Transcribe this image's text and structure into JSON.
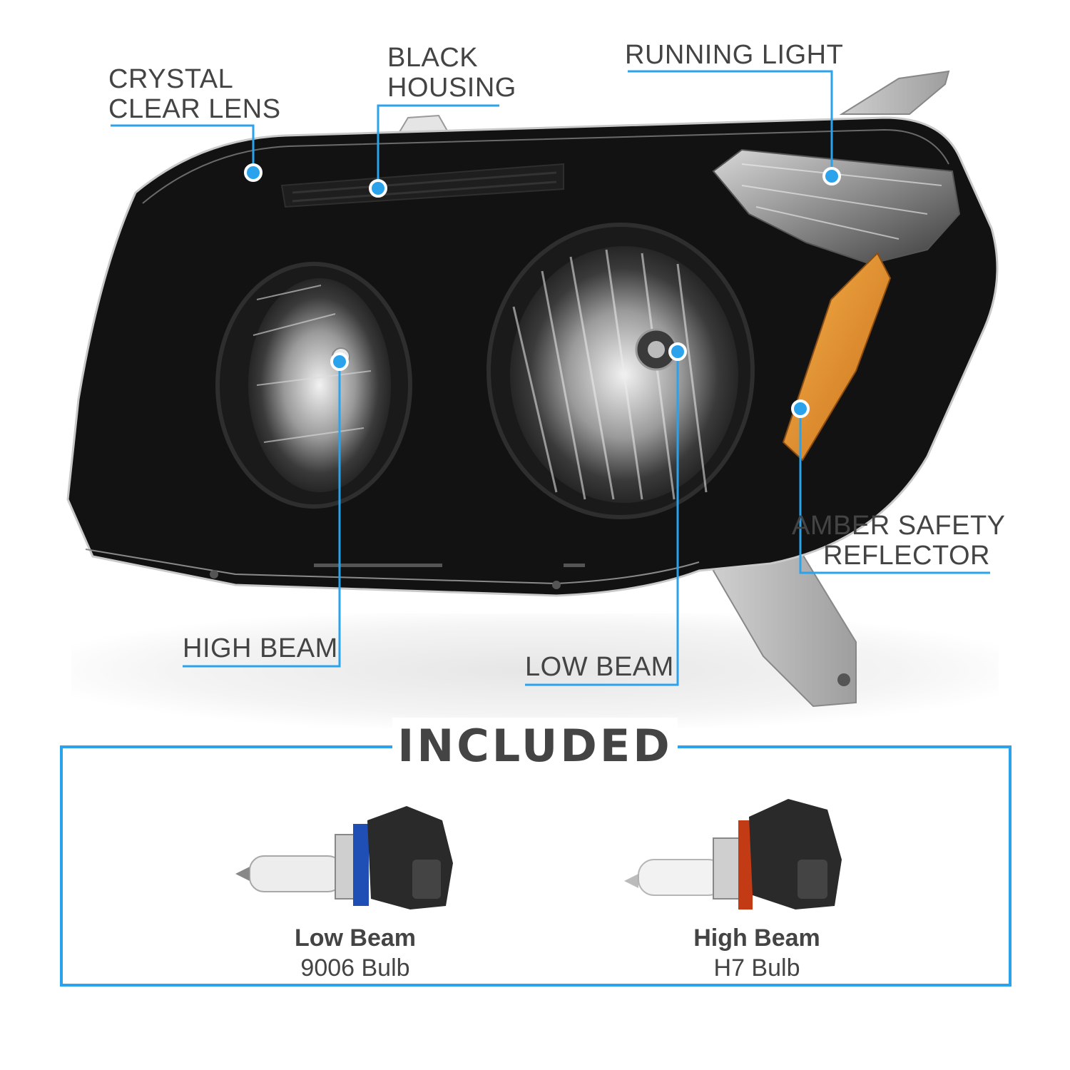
{
  "callouts": {
    "crystal_clear_lens": [
      "CRYSTAL",
      "CLEAR LENS"
    ],
    "black_housing": [
      "BLACK",
      "HOUSING"
    ],
    "running_light": "RUNNING LIGHT",
    "amber_safety_reflector": [
      "AMBER SAFETY",
      "REFLECTOR"
    ],
    "high_beam": "HIGH BEAM",
    "low_beam": "LOW BEAM"
  },
  "included": {
    "title": "INCLUDED",
    "bulbs": [
      {
        "name": "Low Beam",
        "type": "9006 Bulb",
        "icon": "bulb-9006-icon"
      },
      {
        "name": "High Beam",
        "type": "H7 Bulb",
        "icon": "bulb-h7-icon"
      }
    ]
  },
  "colors": {
    "accent": "#2aa3ec",
    "housing": "#111111",
    "amber": "#e8901c",
    "text": "#444444"
  }
}
